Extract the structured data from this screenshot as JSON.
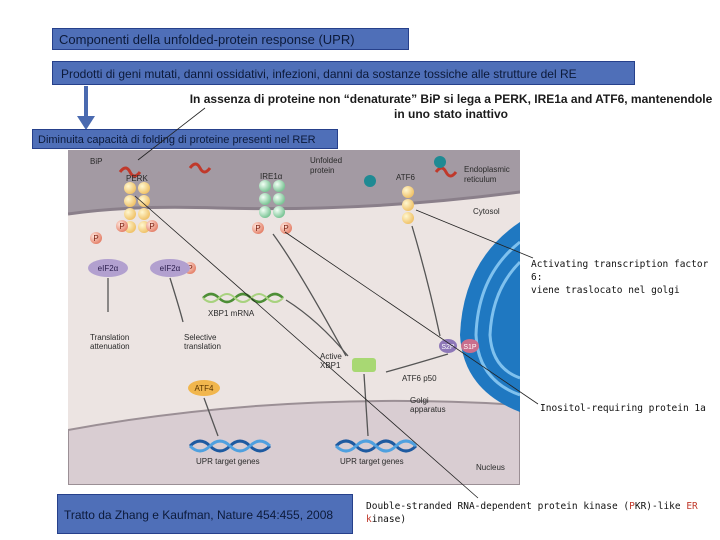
{
  "header": {
    "title": "Componenti della unfolded-protein response (UPR)",
    "subtitle": "Prodotti di geni mutati, danni ossidativi, infezioni, danni da sostanze tossiche alle strutture del RE",
    "bip_note_line1": "In assenza di proteine non “denaturate” BiP si lega a PERK, IRE1a and ATF6, mantenendole",
    "bip_note_line2": "in uno stato inattivo",
    "folding_box": "Diminuita capacità di folding di proteine presenti nel RER"
  },
  "annotations": {
    "atf6_line1": "Activating transcription factor 6:",
    "atf6_line2": "viene traslocato nel golgi",
    "ire1": "Inositol-requiring protein 1a",
    "perk_prefix": "Double-stranded RNA-dependent protein kinase (",
    "perk_P": "P",
    "perk_mid": "KR)-like ",
    "perk_ER": "ER",
    "perk_k": " k",
    "perk_end": "inase)"
  },
  "citation": "Tratto da Zhang e Kaufman, Nature 454:455, 2008",
  "figure": {
    "bip": "BiP",
    "perk": "PERK",
    "unfolded_line1": "Unfolded",
    "unfolded_line2": "protein",
    "ire1a": "IRE1α",
    "atf6": "ATF6",
    "er_line1": "Endoplasmic",
    "er_line2": "reticulum",
    "cytosol": "Cytosol",
    "eif2a_1": "eIF2α",
    "eif2a_2": "eIF2α",
    "xbp1_mrna": "XBP1 mRNA",
    "trans_atten_1": "Translation",
    "trans_atten_2": "attenuation",
    "selective_1": "Selective",
    "selective_2": "translation",
    "active_1": "Active",
    "active_2": "XBP1",
    "atf6_p50": "ATF6 p50",
    "atf4": "ATF4",
    "s2p": "S2P",
    "s1p": "S1P",
    "golgi_1": "Golgi",
    "golgi_2": "apparatus",
    "upr_genes_1": "UPR target genes",
    "upr_genes_2": "UPR target genes",
    "nucleus": "Nucleus",
    "p": "P"
  },
  "colors": {
    "box_fill": "#4f6fb8",
    "arrow_blue": "#4a6ab0",
    "er_lumen": "#a39aa3",
    "cytosol": "#ece4e2",
    "golgi": "#2e8ed0"
  }
}
